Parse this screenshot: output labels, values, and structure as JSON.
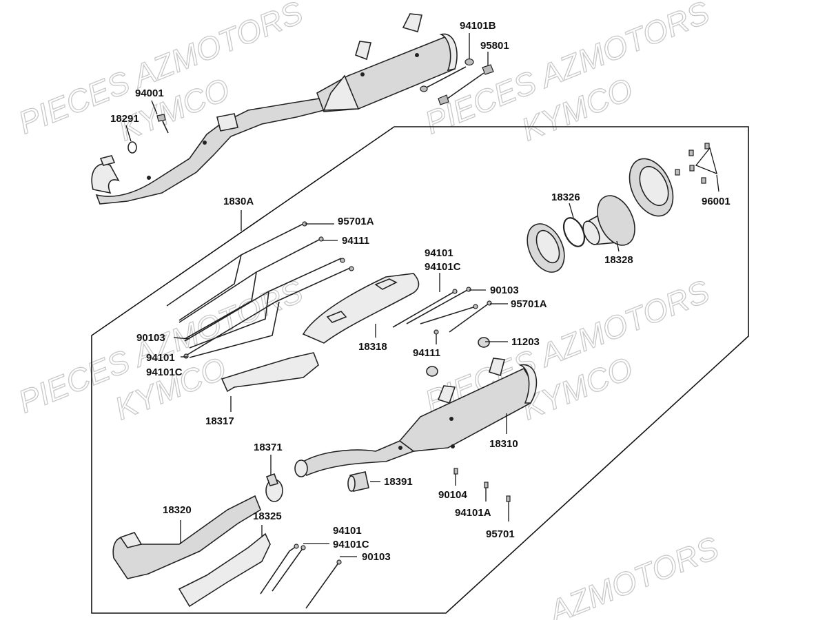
{
  "watermarks": [
    {
      "text": "PIECES AZMOTORS"
    },
    {
      "text": "KYMCO"
    },
    {
      "text": "PIECES AZMOTORS"
    },
    {
      "text": "KYMCO"
    },
    {
      "text": "PIECES AZMOTORS"
    },
    {
      "text": "KYMCO"
    },
    {
      "text": "AZMOTORS"
    }
  ],
  "labels": {
    "p94101B": "94101B",
    "p95801": "95801",
    "p94001": "94001",
    "p18291": "18291",
    "p18326": "18326",
    "p96001": "96001",
    "p18328": "18328",
    "p1830A": "1830A",
    "p95701A_top": "95701A",
    "p94111_top": "94111",
    "p94101_mid": "94101",
    "p94101C_mid": "94101C",
    "p90103_mid": "90103",
    "p95701A_mid": "95701A",
    "p11203": "11203",
    "p94111_mid": "94111",
    "p18318": "18318",
    "p90103_left": "90103",
    "p94101_left": "94101",
    "p94101C_left": "94101C",
    "p18317": "18317",
    "p18310": "18310",
    "p18371": "18371",
    "p18391": "18391",
    "p90104": "90104",
    "p94101A": "94101A",
    "p95701": "95701",
    "p18320": "18320",
    "p18325": "18325",
    "p94101_bot": "94101",
    "p94101C_bot": "94101C",
    "p90103_bot": "90103"
  }
}
